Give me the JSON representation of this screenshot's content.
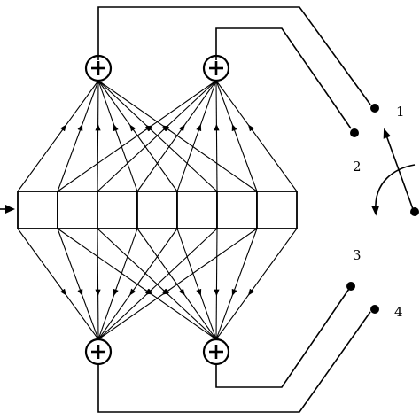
{
  "diagram": {
    "register_cells": 7,
    "adders": [
      "top-left",
      "top-right",
      "bottom-left",
      "bottom-right"
    ],
    "switch_positions": [
      "1",
      "2",
      "3",
      "4"
    ],
    "colors": {
      "line": "#000000",
      "background": "#ffffff"
    }
  }
}
